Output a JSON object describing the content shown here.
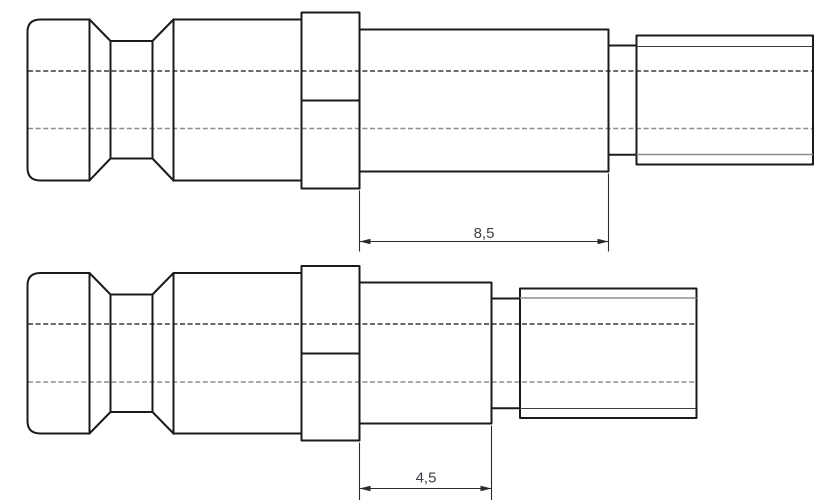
{
  "drawing": {
    "kind": "technical-engineering-drawing",
    "description": "Two side views of a stepped connector shaft; identical left head, neck, hex collar and threaded end, differing only in the length of the middle cylinder.",
    "views": [
      {
        "name": "long-variant",
        "dimension": {
          "label": "8,5"
        }
      },
      {
        "name": "short-variant",
        "dimension": {
          "label": "4,5"
        }
      }
    ]
  },
  "colors": {
    "background": "#ffffff",
    "outline": "#1b1b1b",
    "thin-dark": "#3d3d3d",
    "thin-gray": "#8e8e8e",
    "center-dark": "#3a3a3a",
    "center-gray": "#8e8e8e",
    "dim": "#2b2b2b",
    "dim-text": "#3e4148"
  }
}
